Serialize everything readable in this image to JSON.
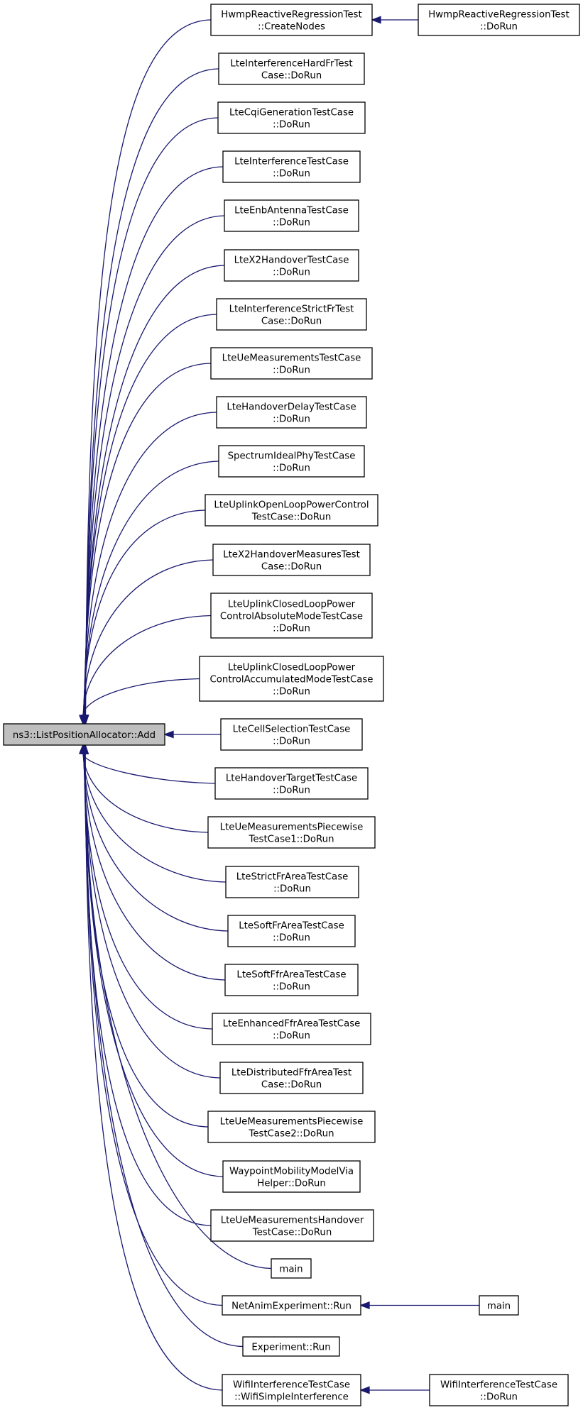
{
  "diagram": {
    "focus": {
      "id": "root",
      "lines": [
        "ns3::ListPositionAllocator::Add"
      ]
    },
    "callers": [
      {
        "id": "hwmp-create",
        "lines": [
          "HwmpReactiveRegressionTest",
          "::CreateNodes"
        ]
      },
      {
        "id": "lte-interference-hard-fr",
        "lines": [
          "LteInterferenceHardFrTest",
          "Case::DoRun"
        ]
      },
      {
        "id": "lte-cqi",
        "lines": [
          "LteCqiGenerationTestCase",
          "::DoRun"
        ]
      },
      {
        "id": "lte-interference",
        "lines": [
          "LteInterferenceTestCase",
          "::DoRun"
        ]
      },
      {
        "id": "lte-enb-antenna",
        "lines": [
          "LteEnbAntennaTestCase",
          "::DoRun"
        ]
      },
      {
        "id": "lte-x2-handover",
        "lines": [
          "LteX2HandoverTestCase",
          "::DoRun"
        ]
      },
      {
        "id": "lte-interference-strict-fr",
        "lines": [
          "LteInterferenceStrictFrTest",
          "Case::DoRun"
        ]
      },
      {
        "id": "lte-ue-measurements",
        "lines": [
          "LteUeMeasurementsTestCase",
          "::DoRun"
        ]
      },
      {
        "id": "lte-handover-delay",
        "lines": [
          "LteHandoverDelayTestCase",
          "::DoRun"
        ]
      },
      {
        "id": "spectrum-ideal-phy",
        "lines": [
          "SpectrumIdealPhyTestCase",
          "::DoRun"
        ]
      },
      {
        "id": "lte-uplink-open-loop",
        "lines": [
          "LteUplinkOpenLoopPowerControl",
          "TestCase::DoRun"
        ]
      },
      {
        "id": "lte-x2-handover-measures",
        "lines": [
          "LteX2HandoverMeasuresTest",
          "Case::DoRun"
        ]
      },
      {
        "id": "lte-uplink-closed-abs",
        "lines": [
          "LteUplinkClosedLoopPower",
          "ControlAbsoluteModeTestCase",
          "::DoRun"
        ]
      },
      {
        "id": "lte-uplink-closed-acc",
        "lines": [
          "LteUplinkClosedLoopPower",
          "ControlAccumulatedModeTestCase",
          "::DoRun"
        ]
      },
      {
        "id": "lte-cell-selection",
        "lines": [
          "LteCellSelectionTestCase",
          "::DoRun"
        ]
      },
      {
        "id": "lte-handover-target",
        "lines": [
          "LteHandoverTargetTestCase",
          "::DoRun"
        ]
      },
      {
        "id": "lte-ue-meas-piecewise1",
        "lines": [
          "LteUeMeasurementsPiecewise",
          "TestCase1::DoRun"
        ]
      },
      {
        "id": "lte-strict-fr-area",
        "lines": [
          "LteStrictFrAreaTestCase",
          "::DoRun"
        ]
      },
      {
        "id": "lte-soft-fr-area",
        "lines": [
          "LteSoftFrAreaTestCase",
          "::DoRun"
        ]
      },
      {
        "id": "lte-soft-ffr-area",
        "lines": [
          "LteSoftFfrAreaTestCase",
          "::DoRun"
        ]
      },
      {
        "id": "lte-enhanced-ffr-area",
        "lines": [
          "LteEnhancedFfrAreaTestCase",
          "::DoRun"
        ]
      },
      {
        "id": "lte-distributed-ffr-area",
        "lines": [
          "LteDistributedFfrAreaTest",
          "Case::DoRun"
        ]
      },
      {
        "id": "lte-ue-meas-piecewise2",
        "lines": [
          "LteUeMeasurementsPiecewise",
          "TestCase2::DoRun"
        ]
      },
      {
        "id": "waypoint-mobility",
        "lines": [
          "WaypointMobilityModelVia",
          "Helper::DoRun"
        ]
      },
      {
        "id": "lte-ue-meas-handover",
        "lines": [
          "LteUeMeasurementsHandover",
          "TestCase::DoRun"
        ]
      },
      {
        "id": "main-1",
        "lines": [
          "main"
        ]
      },
      {
        "id": "netanim-run",
        "lines": [
          "NetAnimExperiment::Run"
        ]
      },
      {
        "id": "experiment-run",
        "lines": [
          "Experiment::Run"
        ]
      },
      {
        "id": "wifi-simple-interference",
        "lines": [
          "WifiInterferenceTestCase",
          "::WifiSimpleInterference"
        ]
      }
    ],
    "second_level": [
      {
        "id": "hwmp-dorun",
        "lines": [
          "HwmpReactiveRegressionTest",
          "::DoRun"
        ],
        "calls": "hwmp-create"
      },
      {
        "id": "main-2",
        "lines": [
          "main"
        ],
        "calls": "netanim-run"
      },
      {
        "id": "wifi-dorun",
        "lines": [
          "WifiInterferenceTestCase",
          "::DoRun"
        ],
        "calls": "wifi-simple-interference"
      }
    ],
    "edge_color": "#191970",
    "focus_fill": "#bfbfbf"
  }
}
